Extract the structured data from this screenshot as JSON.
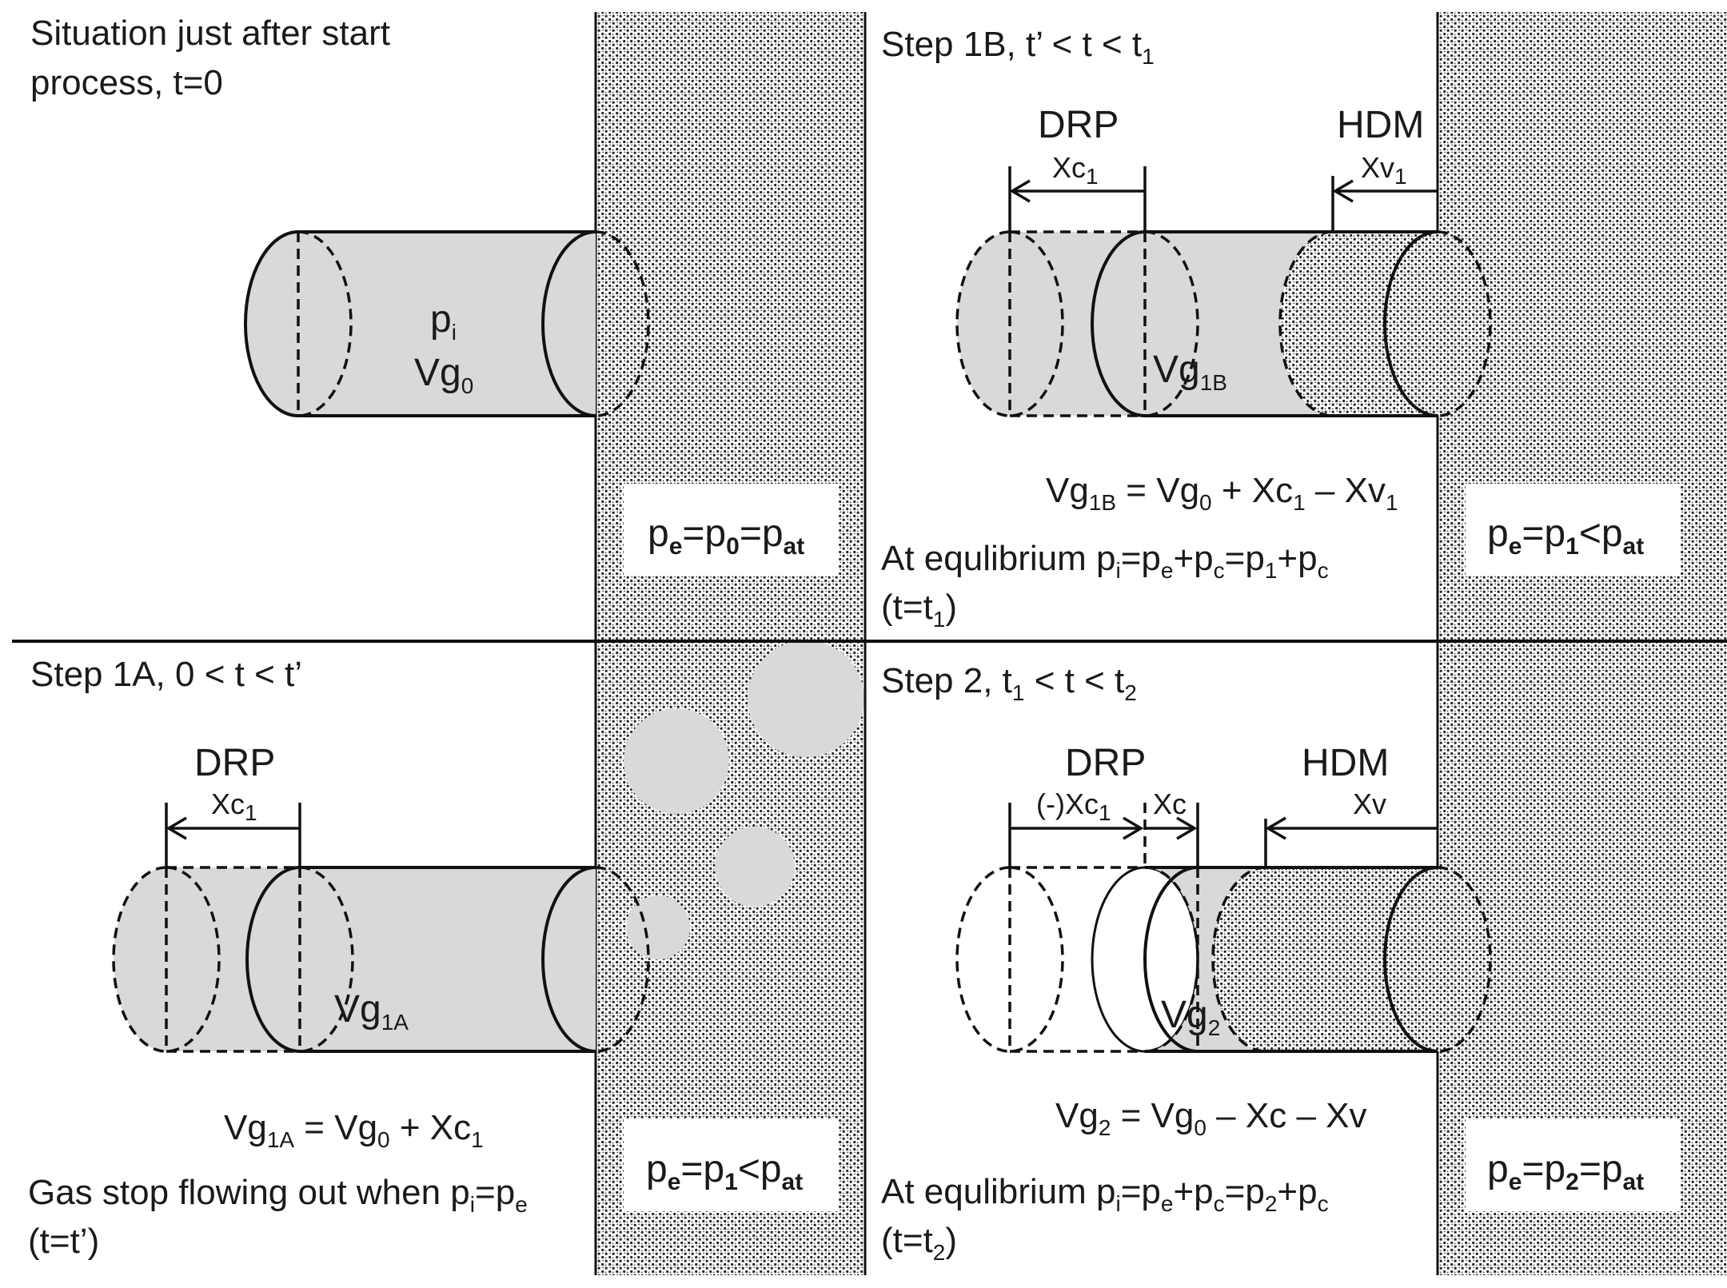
{
  "panels": {
    "tl": {
      "title_line1": "Situation just after start",
      "title_line2": "process,  t=0"
    },
    "tr": {
      "title": "Step 1B, t’ < t < t",
      "title_sub": "1"
    },
    "bl": {
      "title": "Step 1A, 0 < t < t’"
    },
    "br": {
      "title": "Step 2, t",
      "title_sub1": "1",
      "title_mid": " < t < t",
      "title_sub2": "2"
    }
  },
  "labels": {
    "drp": "DRP",
    "hdm": "HDM",
    "xc": "Xc",
    "xv": "Xv",
    "xc1_minus": "(-)Xc",
    "one": "1",
    "pi": "p",
    "pi_sub": "i",
    "vg": "Vg",
    "vg0_sub": "0",
    "vg1b_sub": "1B",
    "vg1a_sub": "1A",
    "vg2_sub": "2"
  },
  "equations": {
    "tr_eq": {
      "a": "Vg",
      "a_sub": "1B",
      "b": " = Vg",
      "b_sub": "0",
      "c": " + Xc",
      "c_sub": "1",
      "d": " – Xv",
      "d_sub": "1"
    },
    "bl_eq": {
      "a": "Vg",
      "a_sub": "1A",
      "b": " = Vg",
      "b_sub": "0",
      "c": " + Xc",
      "c_sub": "1"
    },
    "br_eq": {
      "a": "Vg",
      "a_sub": "2",
      "b": " = Vg",
      "b_sub": "0",
      "c": " – Xc – Xv"
    }
  },
  "notes": {
    "tr_eq_line": {
      "a": "At equlibrium p",
      "s1": "i",
      "b": "=p",
      "s2": "e",
      "c": "+p",
      "s3": "c",
      "d": "=p",
      "s4": "1",
      "e": "+p",
      "s5": "c"
    },
    "tr_time": {
      "a": "(t=t",
      "s": "1",
      "b": ")"
    },
    "br_eq_line": {
      "a": "At equlibrium p",
      "s1": "i",
      "b": "=p",
      "s2": "e",
      "c": "+p",
      "s3": "c",
      "d": "=p",
      "s4": "2",
      "e": "+p",
      "s5": "c"
    },
    "br_time": {
      "a": "(t=t",
      "s": "2",
      "b": ")"
    },
    "bl_line1": {
      "a": "Gas stop flowing out when p",
      "s1": "i",
      "b": "=p",
      "s2": "e"
    },
    "bl_time": "(t=t’)"
  },
  "pressure_boxes": {
    "tl": {
      "a": "p",
      "s1": "e",
      "b": "=p",
      "s2": "0",
      "c": "=p",
      "s3": "at"
    },
    "tr": {
      "a": "p",
      "s1": "e",
      "b": "=p",
      "s2": "1",
      "c": "<p",
      "s3": "at"
    },
    "bl": {
      "a": "p",
      "s1": "e",
      "b": "=p",
      "s2": "1",
      "c": "<p",
      "s3": "at"
    },
    "br": {
      "a": "p",
      "s1": "e",
      "b": "=p",
      "s2": "2",
      "c": "=p",
      "s3": "at"
    }
  },
  "colors": {
    "gas": "#d9d9d9",
    "line": "#111111",
    "medium_dots": "#222222",
    "background": "#ffffff"
  }
}
